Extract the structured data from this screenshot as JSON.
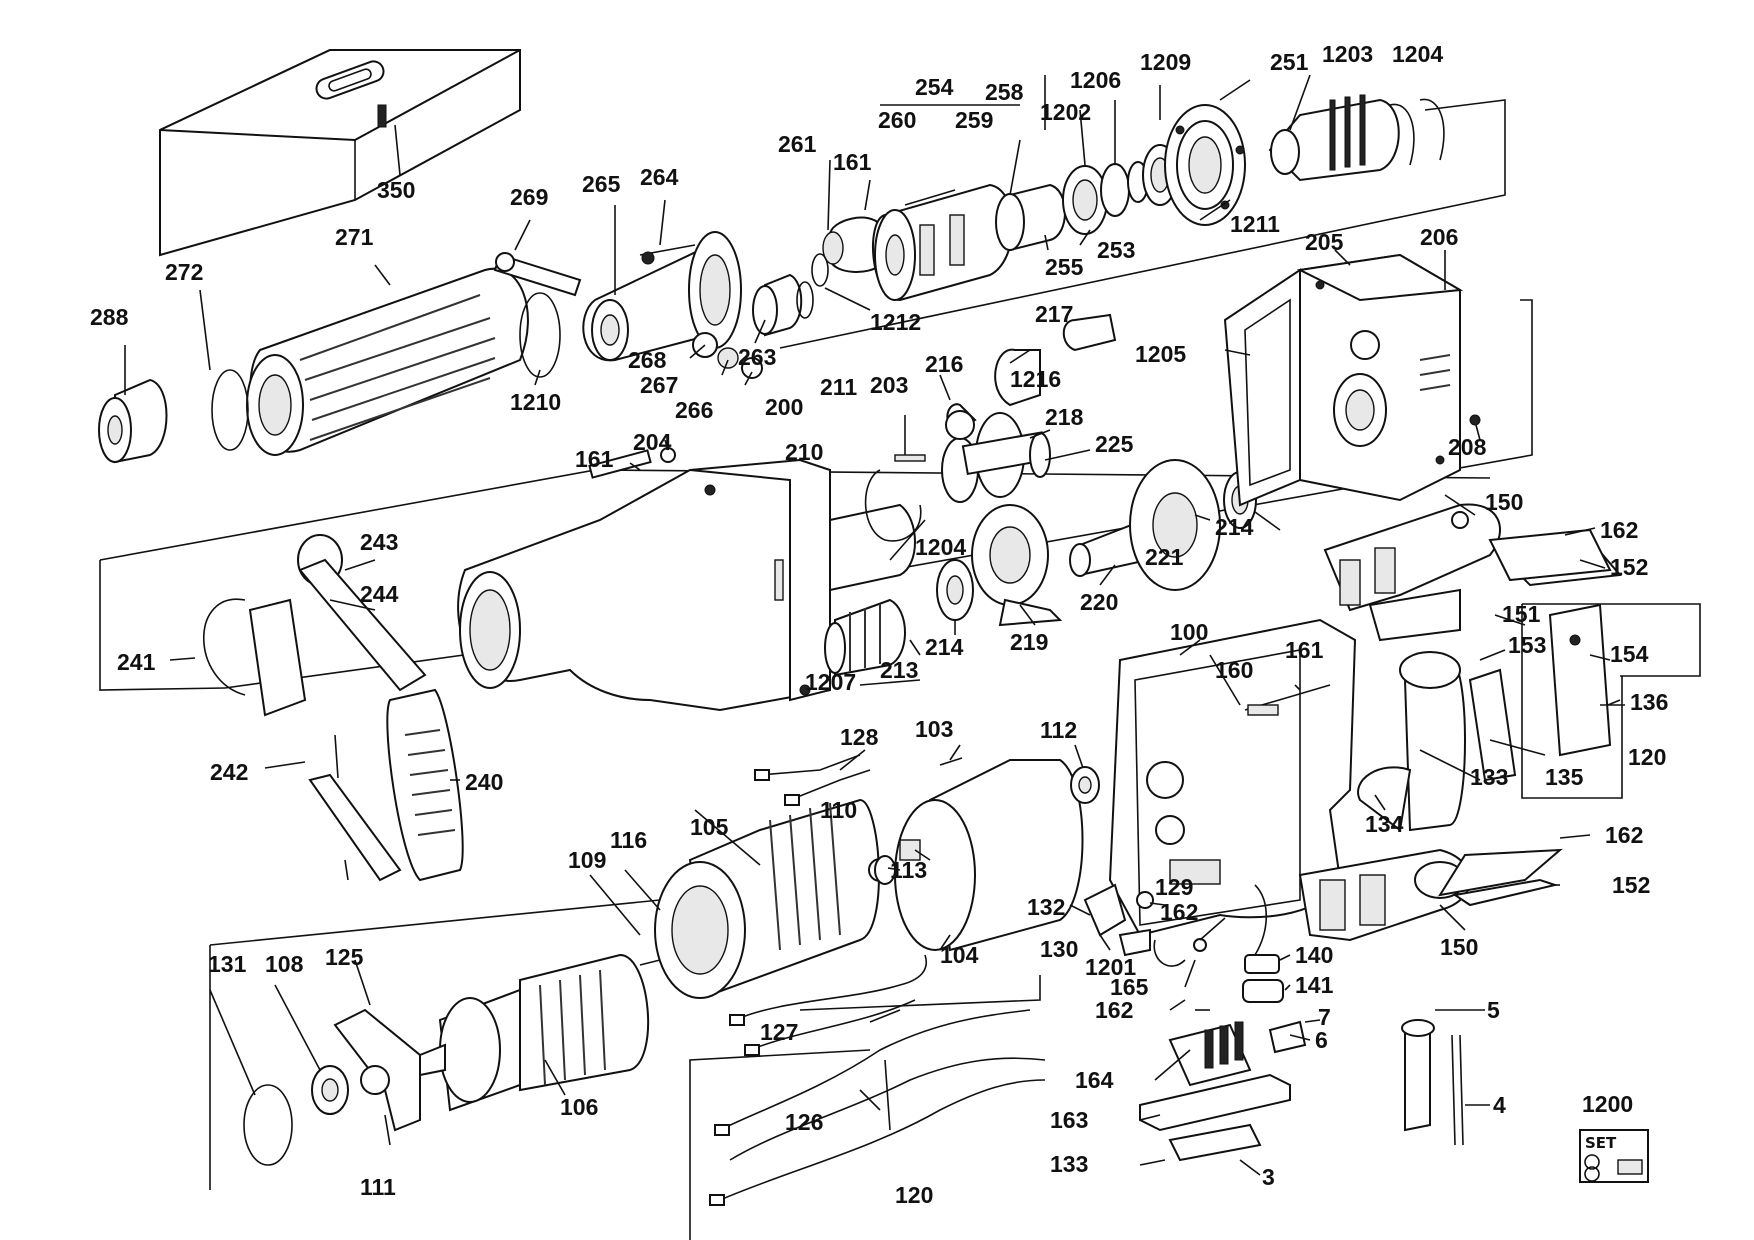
{
  "labels": {
    "3": "3",
    "4": "4",
    "5": "5",
    "6": "6",
    "7": "7",
    "100": "100",
    "103": "103",
    "104": "104",
    "105": "105",
    "106": "106",
    "108": "108",
    "109": "109",
    "110": "110",
    "111": "111",
    "112": "112",
    "113": "113",
    "116": "116",
    "120a": "120",
    "120b": "120",
    "125": "125",
    "126": "126",
    "127": "127",
    "128": "128",
    "129": "129",
    "130": "130",
    "131": "131",
    "132": "132",
    "133a": "133",
    "133b": "133",
    "134": "134",
    "135": "135",
    "136": "136",
    "140": "140",
    "141": "141",
    "150a": "150",
    "150b": "150",
    "151": "151",
    "152a": "152",
    "152b": "152",
    "153": "153",
    "154": "154",
    "160": "160",
    "161a": "161",
    "161b": "161",
    "161c": "161",
    "162a": "162",
    "162b": "162",
    "162c": "162",
    "162d": "162",
    "163": "163",
    "164": "164",
    "165": "165",
    "200": "200",
    "203": "203",
    "204": "204",
    "205": "205",
    "206": "206",
    "208": "208",
    "210": "210",
    "211": "211",
    "213": "213",
    "214a": "214",
    "214b": "214",
    "216": "216",
    "217": "217",
    "218": "218",
    "219": "219",
    "220": "220",
    "221": "221",
    "225": "225",
    "240": "240",
    "241": "241",
    "242": "242",
    "243": "243",
    "244": "244",
    "251": "251",
    "253": "253",
    "254": "254",
    "255": "255",
    "258": "258",
    "259": "259",
    "260": "260",
    "261": "261",
    "263": "263",
    "264": "264",
    "265": "265",
    "266": "266",
    "267": "267",
    "268": "268",
    "269": "269",
    "271": "271",
    "272": "272",
    "288": "288",
    "350": "350",
    "1200": "1200",
    "1201": "1201",
    "1202": "1202",
    "1203": "1203",
    "1204a": "1204",
    "1204b": "1204",
    "1205": "1205",
    "1206": "1206",
    "1207": "1207",
    "1209": "1209",
    "1210": "1210",
    "1211": "1211",
    "1212": "1212",
    "1216": "1216"
  },
  "set_badge": "SET",
  "icons": {
    "tool_case": "toolbox-shape",
    "set_badge": "set-kit-icon"
  }
}
